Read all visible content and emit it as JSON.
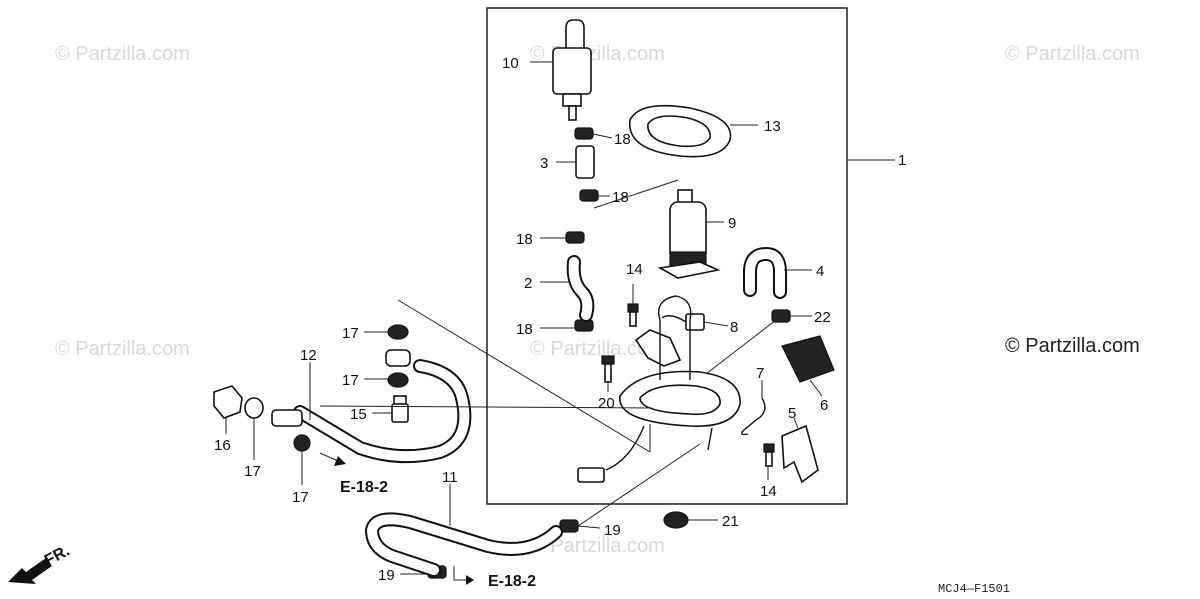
{
  "watermarks": [
    "© Partzilla.com",
    "© Partzilla.com",
    "© Partzilla.com",
    "© Partzilla.com",
    "© Partzilla.com",
    "© Partzilla.com"
  ],
  "brand_watermark": "© Partzilla.com",
  "diagram_code": "MCJ4—F1501",
  "direction_label": "FR.",
  "callouts": {
    "c1": "1",
    "c2": "2",
    "c3": "3",
    "c4": "4",
    "c5": "5",
    "c6": "6",
    "c7": "7",
    "c8": "8",
    "c9": "9",
    "c10": "10",
    "c11": "11",
    "c12": "12",
    "c13": "13",
    "c14a": "14",
    "c14b": "14",
    "c15": "15",
    "c16": "16",
    "c17a": "17",
    "c17b": "17",
    "c17c": "17",
    "c17d": "17",
    "c18a": "18",
    "c18b": "18",
    "c18c": "18",
    "c18d": "18",
    "c19a": "19",
    "c19b": "19",
    "c20": "20",
    "c21": "21",
    "c22": "22"
  },
  "references": {
    "ref1": "E-18-2",
    "ref2": "E-18-2"
  }
}
